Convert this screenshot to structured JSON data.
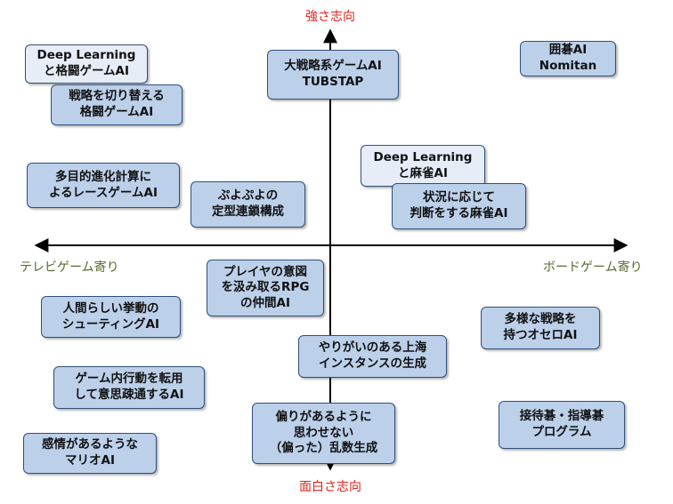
{
  "axes": {
    "top": "強さ志向",
    "bottom": "面白さ志向",
    "left": "テレビゲーム寄り",
    "right": "ボードゲーム寄り"
  },
  "items": [
    {
      "id": "dl-fighting",
      "text": "Deep Learning\nと格闘ゲームAI",
      "shade": "light"
    },
    {
      "id": "strategy-fighting",
      "text": "戦略を切り替える\n格闘ゲームAI",
      "shade": "dark"
    },
    {
      "id": "tubstap",
      "text": "大戦略系ゲームAI\nTUBSTAP",
      "shade": "dark"
    },
    {
      "id": "nomitan",
      "text": "囲碁AI\nNomitan",
      "shade": "dark"
    },
    {
      "id": "racing",
      "text": "多目的進化計算に\nよるレースゲームAI",
      "shade": "dark"
    },
    {
      "id": "puyo",
      "text": "ぷよぷよの\n定型連鎖構成",
      "shade": "dark"
    },
    {
      "id": "dl-mahjong",
      "text": "Deep Learning\nと麻雀AI",
      "shade": "light"
    },
    {
      "id": "mahjong",
      "text": "状況に応じて\n判断をする麻雀AI",
      "shade": "dark"
    },
    {
      "id": "rpg",
      "text": "プレイヤの意図\nを汲み取るRPG\nの仲間AI",
      "shade": "dark"
    },
    {
      "id": "shooting",
      "text": "人間らしい挙動の\nシューティングAI",
      "shade": "dark"
    },
    {
      "id": "othello",
      "text": "多様な戦略を\n持つオセロAI",
      "shade": "dark"
    },
    {
      "id": "shanghai",
      "text": "やりがいのある上海\nインスタンスの生成",
      "shade": "dark"
    },
    {
      "id": "communication",
      "text": "ゲーム内行動を転用\nして意思疎通するAI",
      "shade": "dark"
    },
    {
      "id": "random",
      "text": "偏りがあるように\n思わせない\n（偏った）乱数生成",
      "shade": "dark"
    },
    {
      "id": "go-teaching",
      "text": "接待碁・指導碁\nプログラム",
      "shade": "dark"
    },
    {
      "id": "mario",
      "text": "感情があるような\nマリオAI",
      "shade": "dark"
    }
  ]
}
